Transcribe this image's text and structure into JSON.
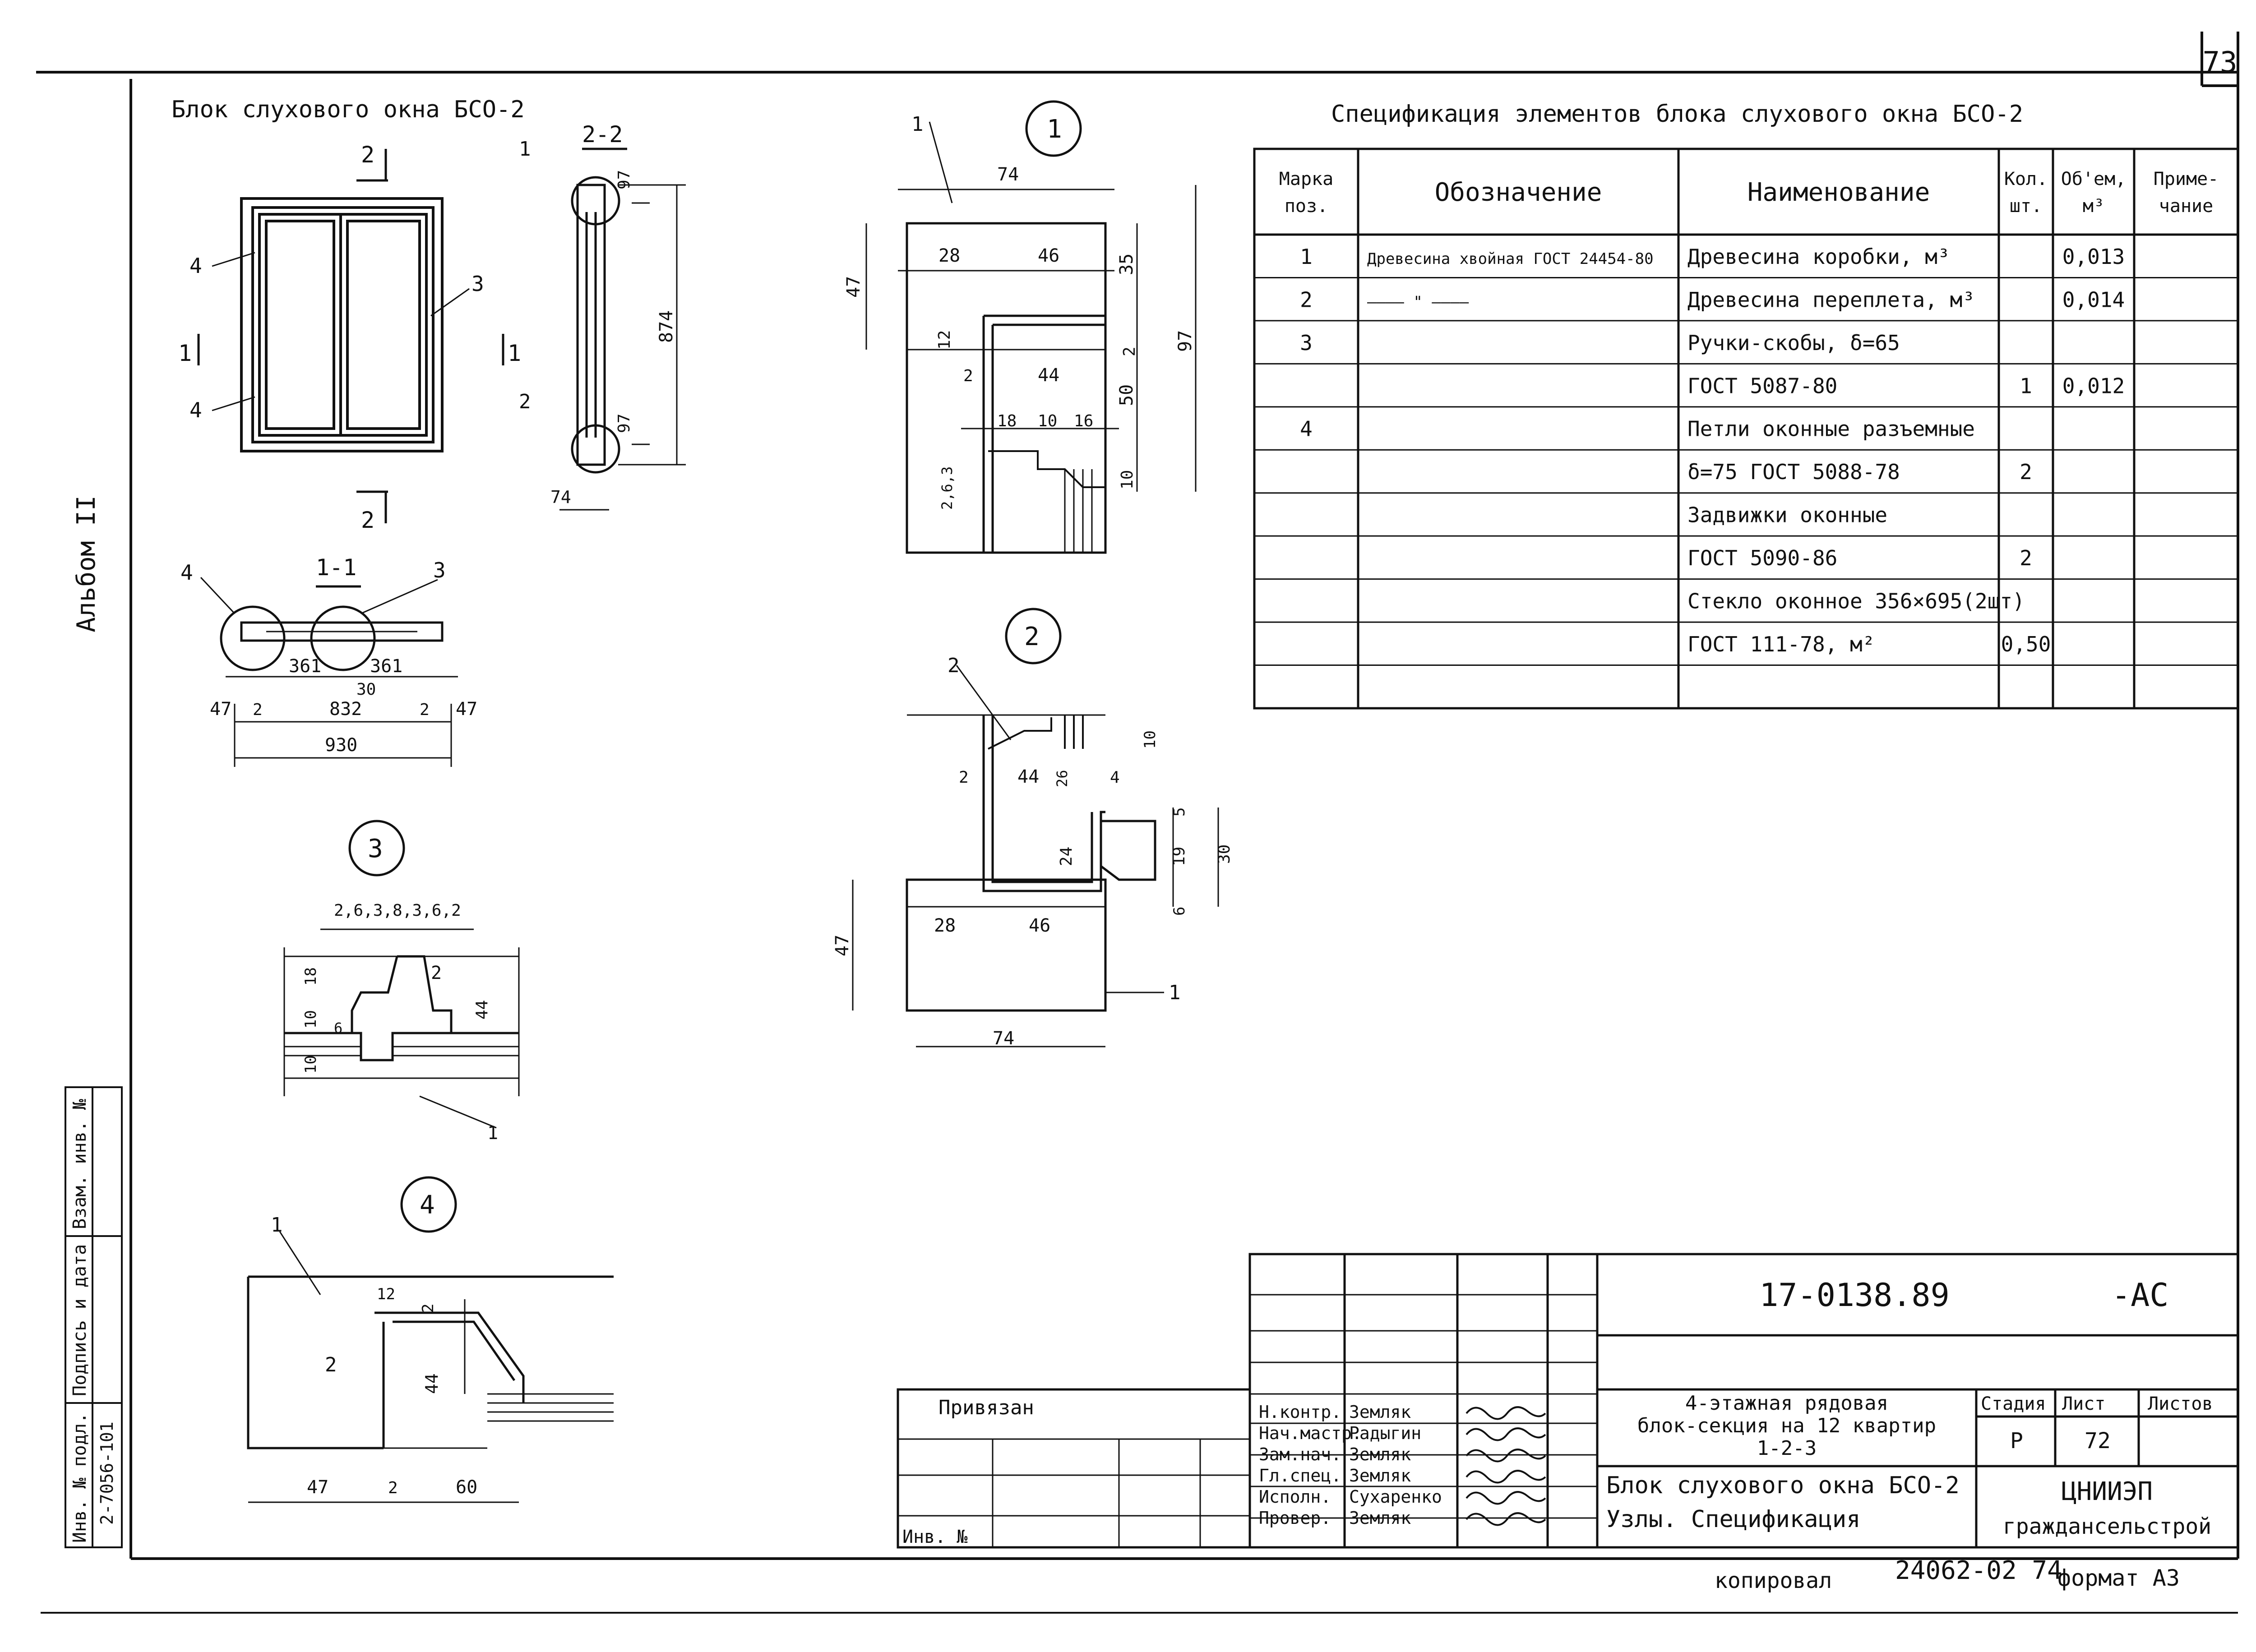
{
  "sheet_number": "73",
  "album_label": "Альбом II",
  "main_title": "Блок слухового окна БСО-2",
  "section_labels": {
    "s1": "1-1",
    "s2": "2-2",
    "s1_mark": "1",
    "s2_mark": "2"
  },
  "callouts": [
    "1",
    "2",
    "3",
    "4"
  ],
  "elevation_dims": {
    "gap": "30",
    "half_w": "361",
    "inner": "832",
    "total": "930",
    "side": "47",
    "small": "2"
  },
  "section22_dims": {
    "height": "874",
    "top": "97",
    "bottom": "97",
    "depth": "74"
  },
  "node1_dims": {
    "w": "74",
    "a": "28",
    "b": "46",
    "h1": "47",
    "h2": "35",
    "h3": "97",
    "d1": "12",
    "d2": "2",
    "d3": "44",
    "d4": "50",
    "d5": "18",
    "d6": "10",
    "d7": "16",
    "d8": "10",
    "d9": "2,6,3",
    "d10": "2"
  },
  "node2_dims": {
    "w": "74",
    "a": "28",
    "b": "46",
    "h1": "47",
    "c1": "44",
    "c2": "2",
    "c3": "26",
    "c4": "10",
    "c5": "24",
    "c6": "4",
    "c7": "5",
    "c8": "19",
    "c9": "30",
    "c10": "6"
  },
  "node3_dims": {
    "top": "2,6,3,8,3,6,2",
    "h1": "18",
    "h2": "10",
    "h3": "10",
    "w": "44",
    "g": "6"
  },
  "node4_dims": {
    "a": "12",
    "b": "2",
    "h": "44",
    "w1": "47",
    "w2": "2",
    "w3": "60"
  },
  "spec": {
    "title": "Спецификация элементов блока слухового окна БСО-2",
    "headers": [
      "Марка поз.",
      "Обозначение",
      "Наименование",
      "Кол. шт.",
      "Об'ем, м³",
      "Приме- чание"
    ],
    "rows": [
      [
        "1",
        "Древесина хвойная ГОСТ 24454-80",
        "Древесина коробки, м³",
        "",
        "0,013",
        ""
      ],
      [
        "2",
        "———— \" ————",
        "Древесина переплета, м³",
        "",
        "0,014",
        ""
      ],
      [
        "3",
        "",
        "Ручки-скобы, δ=65",
        "",
        "",
        ""
      ],
      [
        "",
        "",
        "ГОСТ 5087-80",
        "1",
        "0,012",
        ""
      ],
      [
        "4",
        "",
        "Петли оконные разъемные",
        "",
        "",
        ""
      ],
      [
        "",
        "",
        "δ=75 ГОСТ 5088-78",
        "2",
        "",
        ""
      ],
      [
        "",
        "",
        "Задвижки оконные",
        "",
        "",
        ""
      ],
      [
        "",
        "",
        "ГОСТ 5090-86",
        "2",
        "",
        ""
      ],
      [
        "",
        "",
        "Стекло оконное 356×695(2шт)",
        "",
        "",
        ""
      ],
      [
        "",
        "",
        "ГОСТ 111-78, м²",
        "0,50",
        "",
        ""
      ],
      [
        "",
        "",
        "",
        "",
        "",
        ""
      ]
    ]
  },
  "left_strip": [
    "Инв. № подл.",
    "Подпись и дата",
    "Взам. инв. №"
  ],
  "left_strip_value": "2-7056-101",
  "title_block": {
    "code": "17-0138.89",
    "suffix": "-АС",
    "bound": "Привязан",
    "inv": "Инв. №",
    "roles": [
      [
        "Н.контр.",
        "Земляк"
      ],
      [
        "Нач.мастр.",
        "Радыгин"
      ],
      [
        "Зам.нач.",
        "Земляк"
      ],
      [
        "Гл.спец.",
        "Земляк"
      ],
      [
        "Исполн.",
        "Сухаренко"
      ],
      [
        "Провер.",
        "Земляк"
      ]
    ],
    "project": [
      "4-этажная рядовая",
      "блок-секция на 12 квартир",
      "1-2-3"
    ],
    "sheet_title": [
      "Блок слухового окна БСО-2",
      "Узлы. Спецификация"
    ],
    "stage_label": "Стадия",
    "sheet_label": "Лист",
    "sheets_label": "Листов",
    "stage": "Р",
    "sheet": "72",
    "org": [
      "ЦНИИЭП",
      "граждансельстрой"
    ]
  },
  "footer": {
    "copied": "копировал",
    "order": "24062-02 74",
    "format": "формат А3"
  }
}
